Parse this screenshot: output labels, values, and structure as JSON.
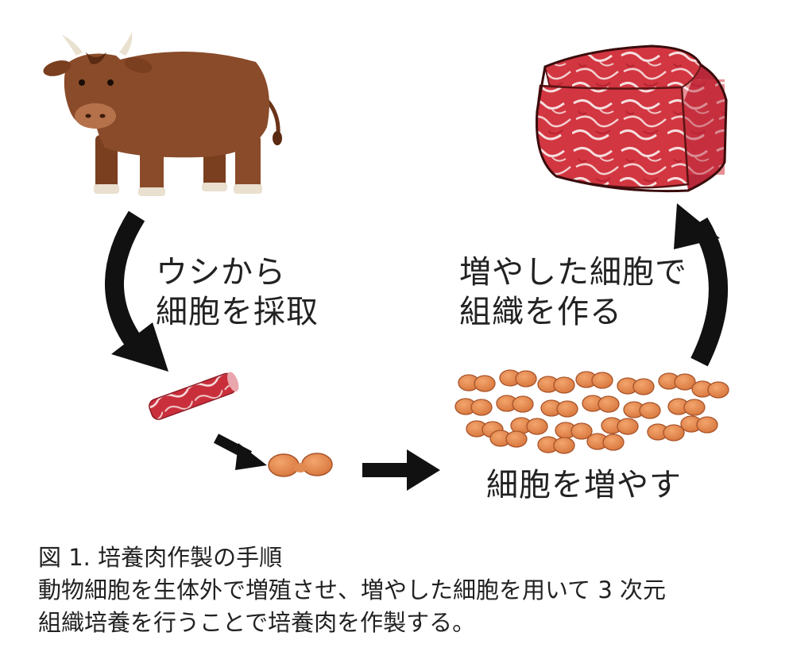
{
  "diagram": {
    "colors": {
      "arrow": "#111111",
      "cow_body": "#8a4b2a",
      "cow_dark": "#5a2a12",
      "meat_red": "#d2343f",
      "fat_white": "#f6dede",
      "cell_orange": "#e0874e",
      "cell_outline": "#a9542a"
    },
    "labels": {
      "cow_step_line1": "ウシから",
      "cow_step_line2": "細胞を採取",
      "tissue_step_line1": "増やした細胞で",
      "tissue_step_line2": "組織を作る",
      "prolif_step": "細胞を増やす"
    },
    "icons": [
      "cow-illustration",
      "meat-biopsy-strip",
      "cell-pair",
      "cell-cluster",
      "meat-cube"
    ]
  },
  "caption": {
    "title": "図 1.  培養肉作製の手順",
    "line1": "動物細胞を生体外で増殖させ、増やした細胞を用いて 3 次元",
    "line2": "組織培養を行うことで培養肉を作製する。"
  }
}
